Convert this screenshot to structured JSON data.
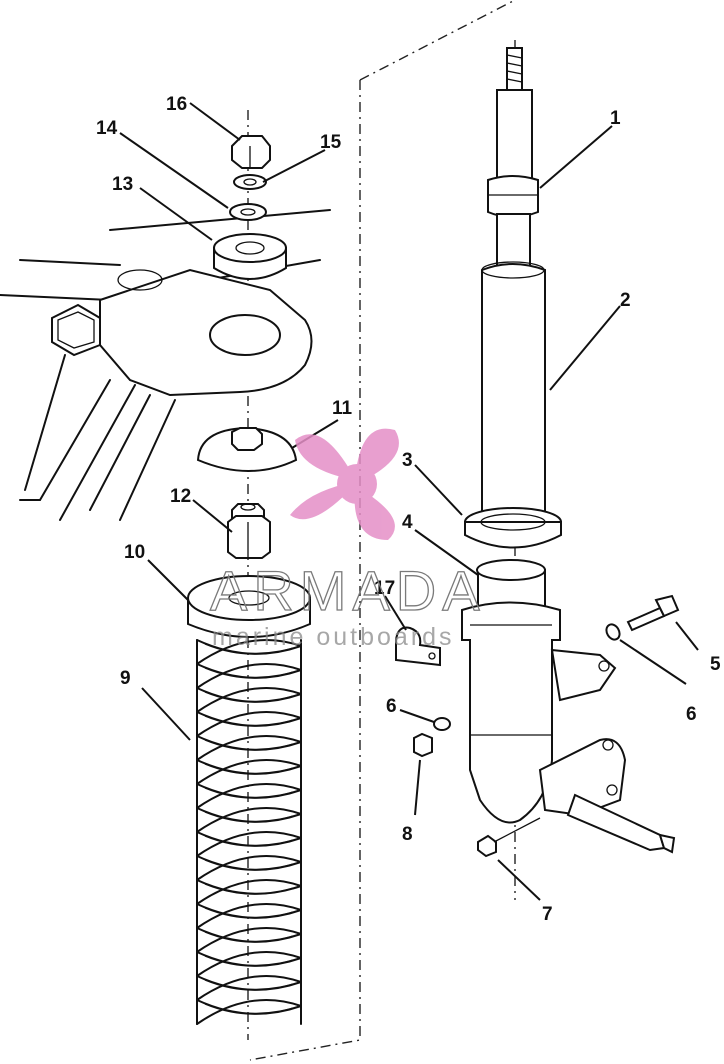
{
  "callouts": [
    "1",
    "2",
    "3",
    "4",
    "5",
    "6",
    "6",
    "7",
    "8",
    "9",
    "10",
    "11",
    "12",
    "13",
    "14",
    "15",
    "16",
    "17"
  ],
  "watermark": {
    "logo": "propeller-logo",
    "brand": "ARMADA",
    "tagline": "marine outboards",
    "color": "#e58fc7"
  }
}
